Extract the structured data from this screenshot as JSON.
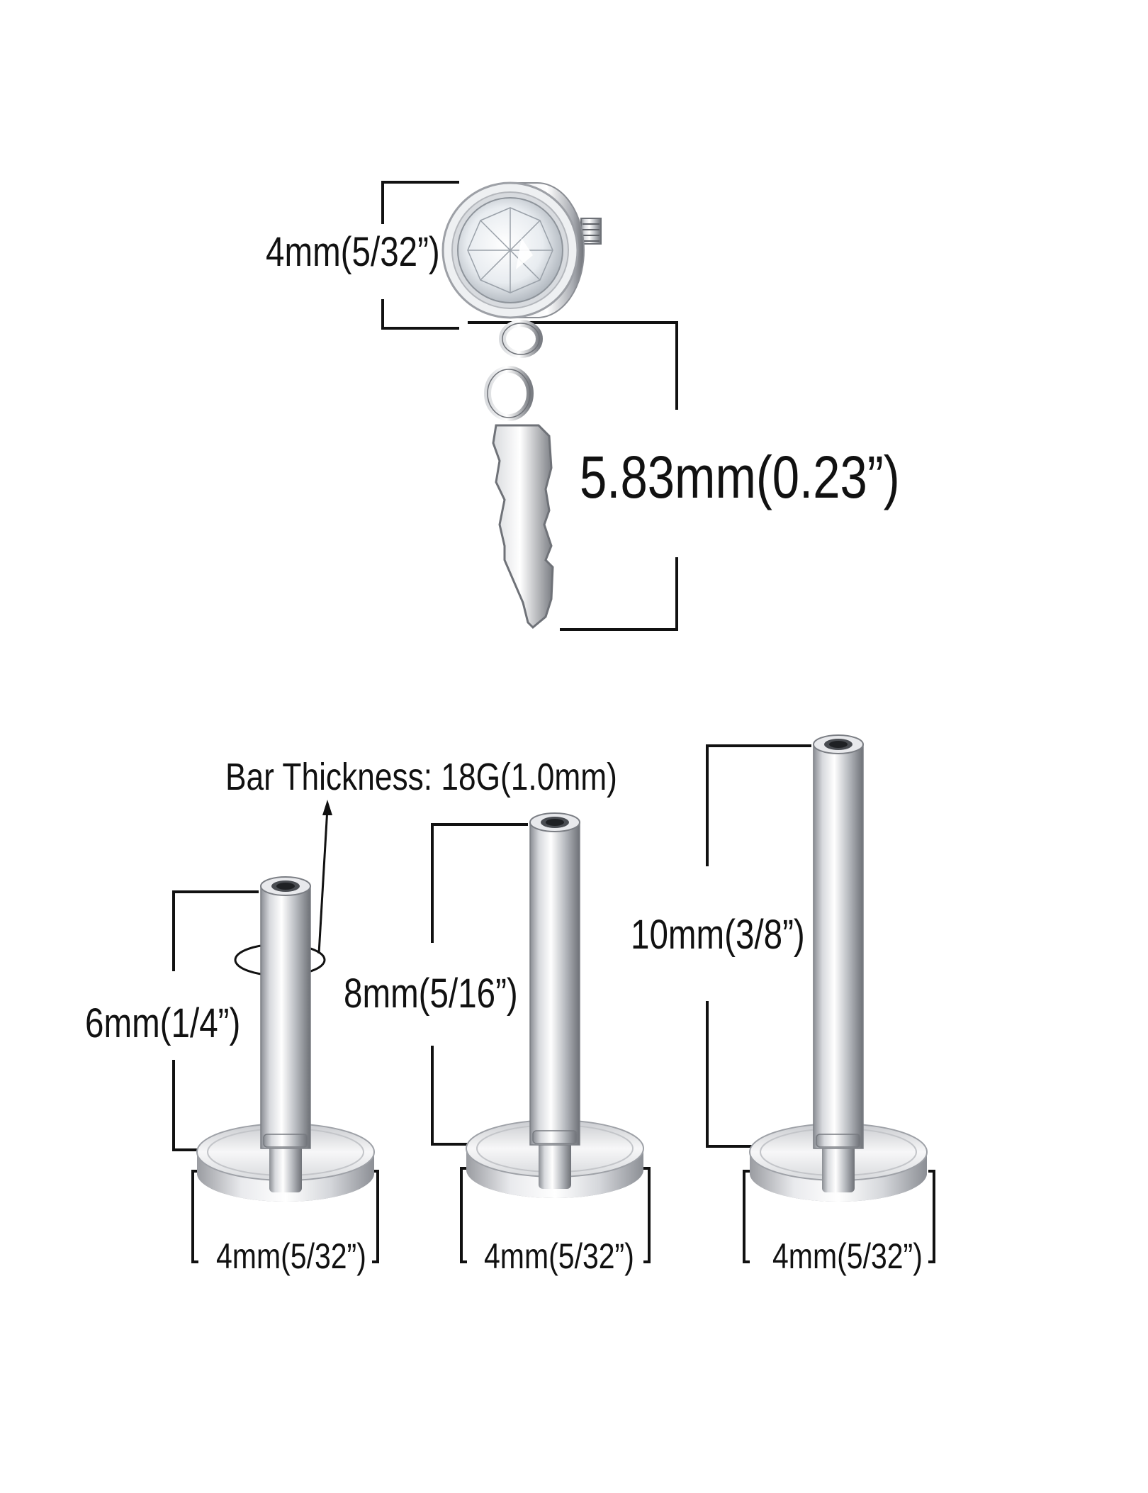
{
  "pendant": {
    "gem_width_label": "4mm(5/32”)",
    "charm_length_label": "5.83mm(0.23”)"
  },
  "bars": {
    "thickness_label": "Bar Thickness: 18G(1.0mm)",
    "items": [
      {
        "length_label": "6mm(1/4”)",
        "disc_label": "4mm(5/32”)"
      },
      {
        "length_label": "8mm(5/16”)",
        "disc_label": "4mm(5/32”)"
      },
      {
        "length_label": "10mm(3/8”)",
        "disc_label": "4mm(5/32”)"
      }
    ]
  },
  "colors": {
    "line": "#111111",
    "metal_light": "#f4f4f6",
    "metal_mid": "#c9cbd0",
    "metal_dark": "#7d8087",
    "background": "#ffffff"
  }
}
